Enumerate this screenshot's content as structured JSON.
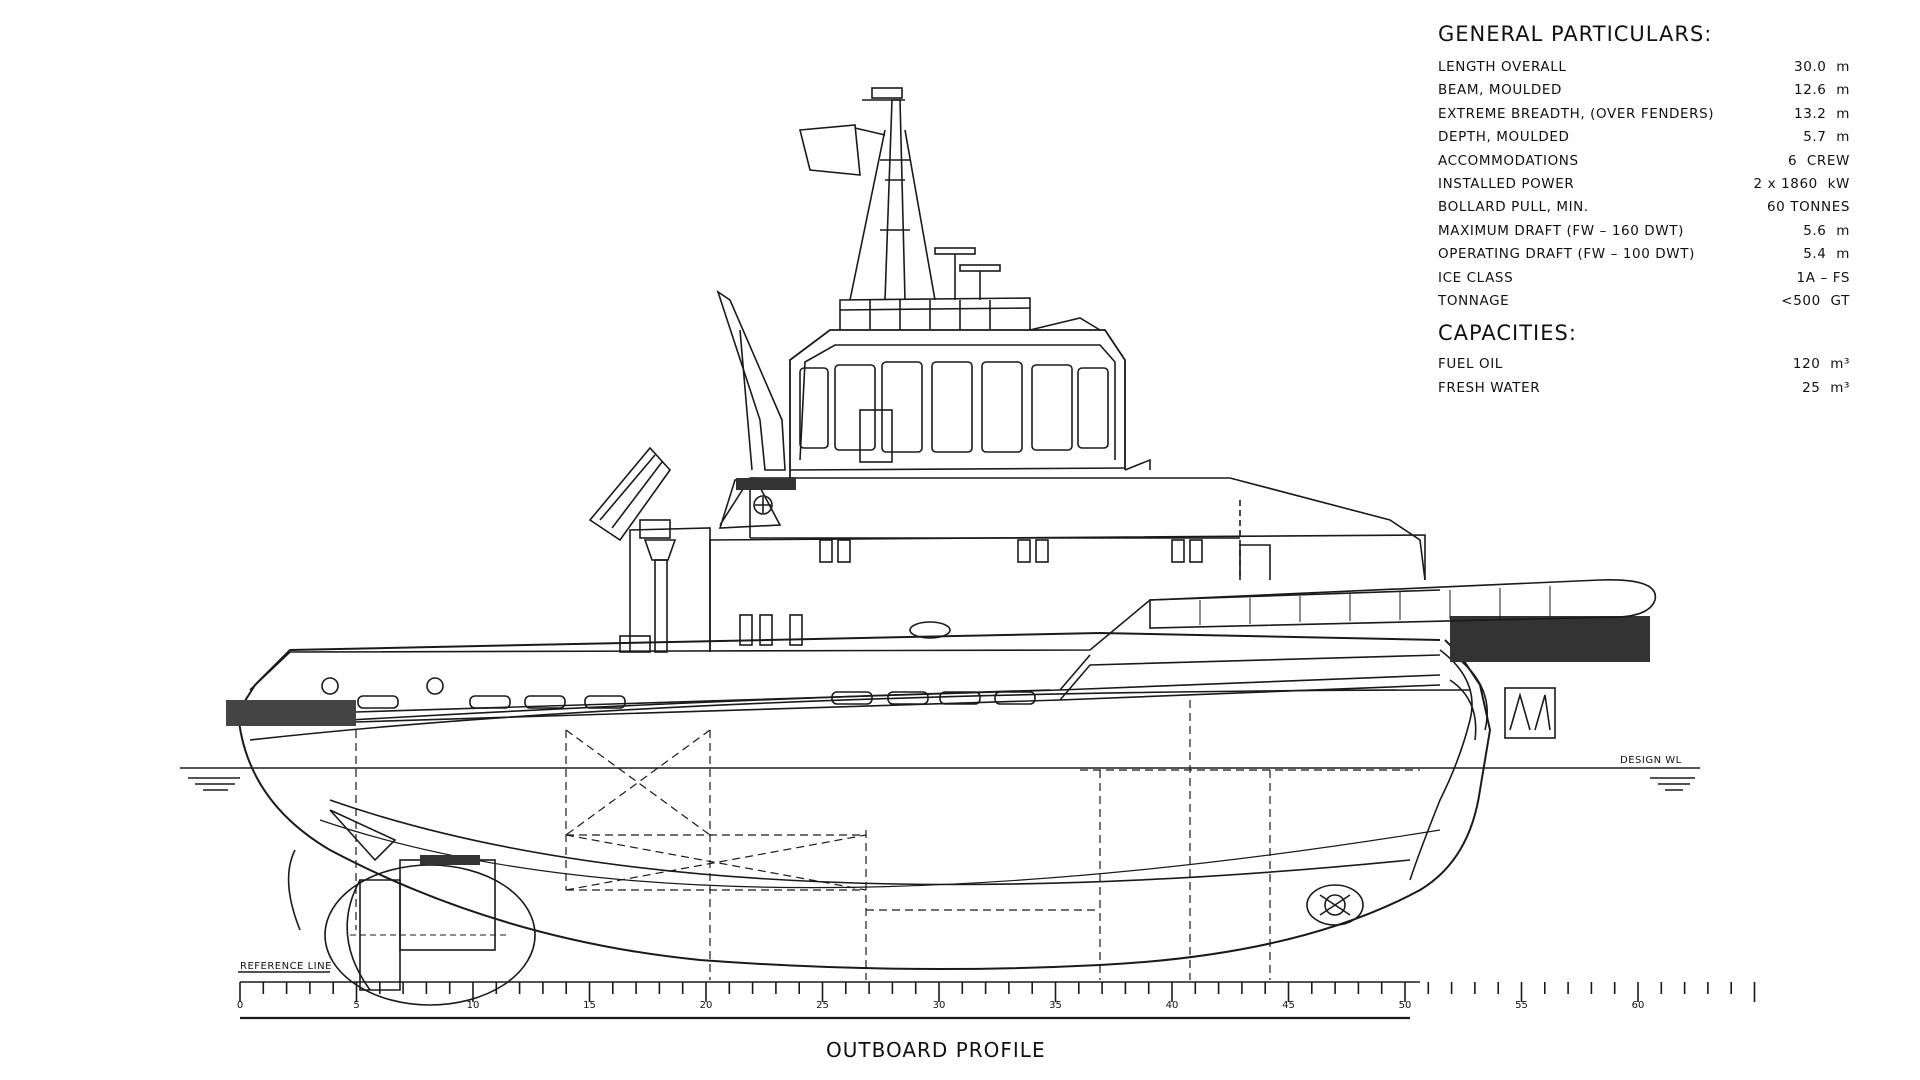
{
  "general": {
    "title": "GENERAL PARTICULARS:",
    "rows": [
      {
        "label": "LENGTH OVERALL",
        "value": "30.0  m"
      },
      {
        "label": "BEAM, MOULDED",
        "value": "12.6  m"
      },
      {
        "label": "EXTREME BREADTH, (OVER FENDERS)",
        "value": "13.2  m"
      },
      {
        "label": "DEPTH, MOULDED",
        "value": "5.7  m"
      },
      {
        "label": "ACCOMMODATIONS",
        "value": "6  CREW"
      },
      {
        "label": "INSTALLED POWER",
        "value": "2 x 1860  kW"
      },
      {
        "label": "BOLLARD PULL, MIN.",
        "value": "60 TONNES"
      },
      {
        "label": "MAXIMUM DRAFT (FW – 160 DWT)",
        "value": "5.6  m"
      },
      {
        "label": "OPERATING DRAFT (FW – 100 DWT)",
        "value": "5.4  m"
      },
      {
        "label": "ICE CLASS",
        "value": "1A – FS"
      },
      {
        "label": "TONNAGE",
        "value": "<500  GT"
      }
    ]
  },
  "capacities": {
    "title": "CAPACITIES:",
    "rows": [
      {
        "label": "FUEL OIL",
        "value": "120  m³"
      },
      {
        "label": "FRESH WATER",
        "value": "25  m³"
      }
    ]
  },
  "drawing": {
    "caption": "OUTBOARD PROFILE",
    "design_wl_label": "DESIGN WL",
    "reference_line_label": "REFERENCE LINE",
    "scale_labels": [
      "0",
      "5",
      "10",
      "15",
      "20",
      "25",
      "30",
      "35",
      "40",
      "45",
      "50",
      "55",
      "60"
    ]
  },
  "colors": {
    "line": "#1a1a1a",
    "background": "#ffffff"
  }
}
